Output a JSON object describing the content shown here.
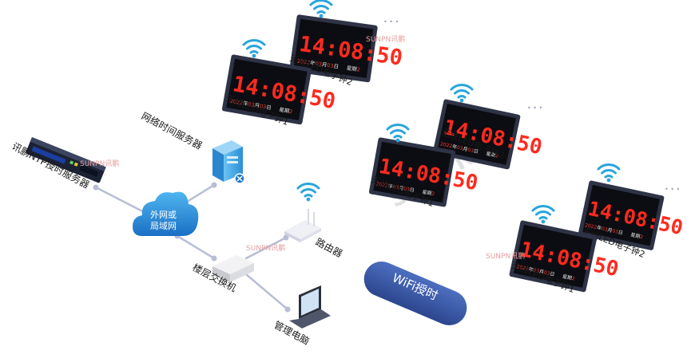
{
  "server": {
    "label": "讯鹏NTP授时服务器",
    "brand": "SUNPN讯鹏"
  },
  "cloud": {
    "line1": "外网或",
    "line2": "局域网"
  },
  "netserver": {
    "label": "网络时间服务器"
  },
  "router": {
    "label": "路由器"
  },
  "switch": {
    "label": "楼层交换机"
  },
  "laptop": {
    "label": "管理电脑"
  },
  "wifi_badge": {
    "label": "WiFi授时"
  },
  "watermark": {
    "text": "SUNPN讯鹏",
    "big": "SUNPN讯鹏"
  },
  "clock": {
    "time": "14:08:50",
    "date_year": "2022",
    "year_char": "年",
    "date_month": "03",
    "month_char": "月",
    "date_day": "03",
    "day_char": "日",
    "week_label": "星期",
    "week_value": "2"
  },
  "clocks": [
    {
      "label": "无线LED电子钟2"
    },
    {
      "label": "无线LED电子钟1"
    },
    {
      "label": "无线LED电子钟2"
    },
    {
      "label": "无线LED电子钟1"
    },
    {
      "label": "无线LED电子钟2"
    },
    {
      "label": "无线LED电子钟1"
    }
  ],
  "ellipsis": "• • •",
  "colors": {
    "wifi": "#2aa5dc",
    "line": "#b8bdd6",
    "digits": "#ff2a1f",
    "badge": "#3a5aa8",
    "cloud": "#1d86d6"
  }
}
